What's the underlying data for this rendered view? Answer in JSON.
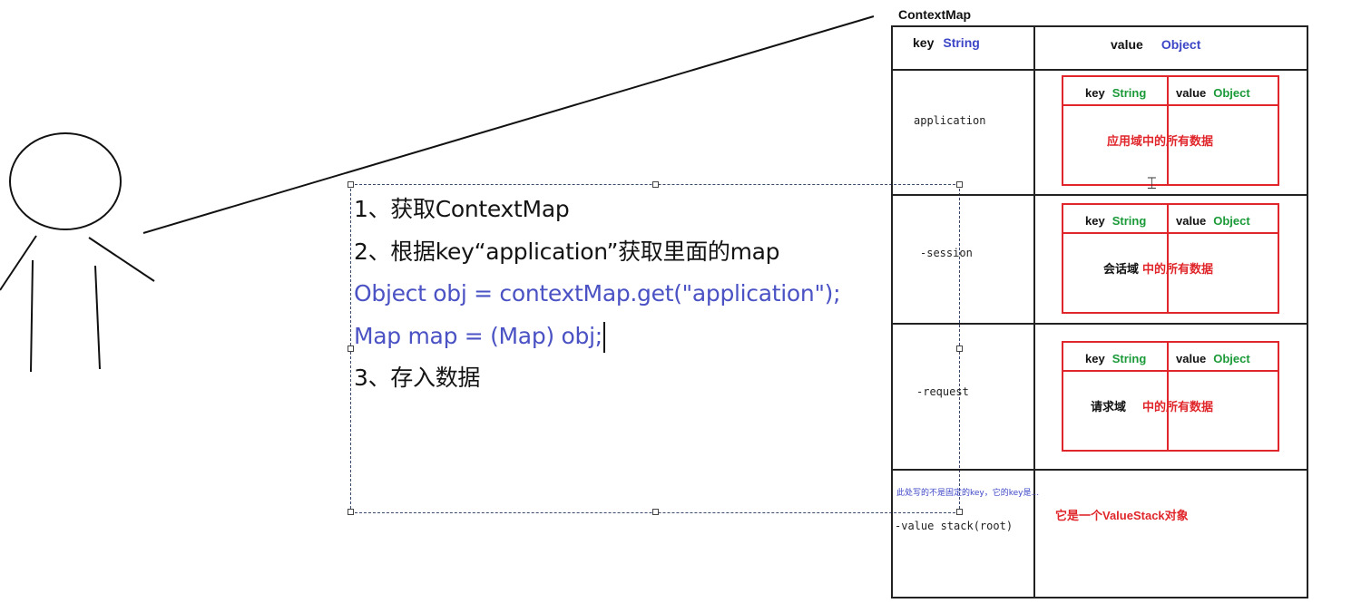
{
  "text_box": {
    "lines": [
      "1、获取ContextMap",
      "2、根据key“application”获取里面的map",
      "Object obj = contextMap.get(\"application\");",
      "Map map = (Map) obj;",
      "3、存入数据"
    ]
  },
  "context_map": {
    "title": "ContextMap",
    "header": {
      "key_label": "key",
      "key_type": "String",
      "value_label": "value",
      "value_type": "Object"
    },
    "rows": [
      {
        "key": "application",
        "inner": {
          "key_label": "key",
          "key_type": "String",
          "value_label": "value",
          "value_type": "Object",
          "desc_black": "",
          "desc_red": "应用域中的所有数据"
        }
      },
      {
        "key": "-session",
        "inner": {
          "key_label": "key",
          "key_type": "String",
          "value_label": "value",
          "value_type": "Object",
          "desc_black": "会话域",
          "desc_red": "中的所有数据"
        }
      },
      {
        "key": "-request",
        "inner": {
          "key_label": "key",
          "key_type": "String",
          "value_label": "value",
          "value_type": "Object",
          "desc_black": "请求域",
          "desc_red": "中的所有数据"
        }
      }
    ],
    "last_row": {
      "note": "此处写的不是固定的key，它的key是...",
      "key": "-value stack(root)",
      "desc": "它是一个ValueStack对象"
    }
  },
  "colors": {
    "code_blue": "#4a52c4",
    "type_blue": "#3c46c6",
    "type_green": "#1a9a38",
    "box_red": "#e0262a"
  }
}
